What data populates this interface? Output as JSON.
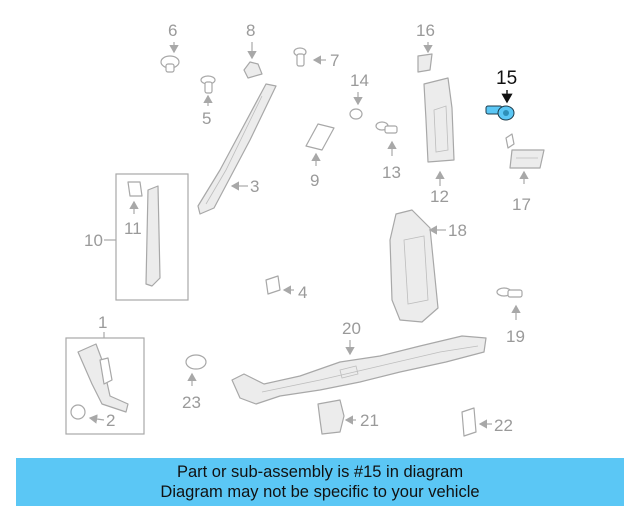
{
  "callouts": {
    "c1": "1",
    "c2": "2",
    "c3": "3",
    "c4": "4",
    "c5": "5",
    "c6": "6",
    "c7": "7",
    "c8": "8",
    "c9": "9",
    "c10": "10",
    "c11": "11",
    "c12": "12",
    "c13": "13",
    "c14": "14",
    "c15": "15",
    "c16": "16",
    "c17": "17",
    "c18": "18",
    "c19": "19",
    "c20": "20",
    "c21": "21",
    "c22": "22",
    "c23": "23"
  },
  "highlight_color": "#5bc7f5",
  "banner": {
    "line1": "Part or sub-assembly is #15 in diagram",
    "line2": "Diagram may not be specific to your vehicle"
  },
  "icons": [
    "arrow-icon",
    "screw-icon",
    "clip-icon",
    "pillar-trim-icon",
    "sill-plate-icon"
  ]
}
